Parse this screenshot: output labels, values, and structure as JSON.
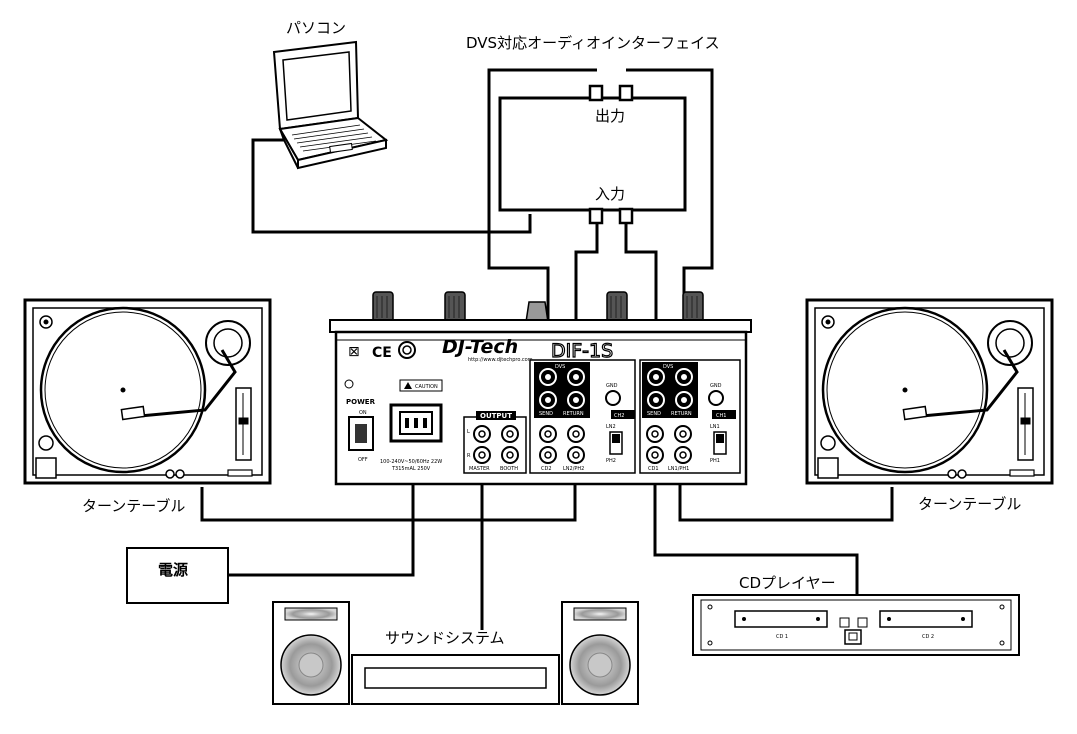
{
  "labels": {
    "pc": "パソコン",
    "interface_title": "DVS対応オーディオインターフェイス",
    "output": "出力",
    "input": "入力",
    "turntable_left": "ターンテーブル",
    "turntable_right": "ターンテーブル",
    "power_source": "電源",
    "sound_system": "サウンドシステム",
    "cd_player": "CDプレイヤー"
  },
  "mixer": {
    "brand": "DJ-Tech",
    "model": "DIF-1S",
    "url": "http://www.djtechpro.com",
    "power": "POWER",
    "on": "ON",
    "off": "OFF",
    "voltage": "100-240V~50/60Hz 22W",
    "fuse": "T315mAL 250V",
    "caution": "CAUTION",
    "output_title": "OUTPUT",
    "master": "MASTER",
    "booth": "BOOTH",
    "ch2": "CH2",
    "ch1": "CH1",
    "dvs": "DVS",
    "send": "SEND",
    "return": "RETURN",
    "gnd": "GND",
    "cd2": "CD2",
    "ln2_ph2": "LN2/PH2",
    "cd1": "CD1",
    "ln1_ph1": "LN1/PH1",
    "ln2": "LN2",
    "ph2": "PH2",
    "ln1": "LN1",
    "ph1": "PH1",
    "L": "L",
    "R": "R"
  },
  "cd_device": {
    "slot1": "CD 1",
    "slot2": "CD 2"
  }
}
